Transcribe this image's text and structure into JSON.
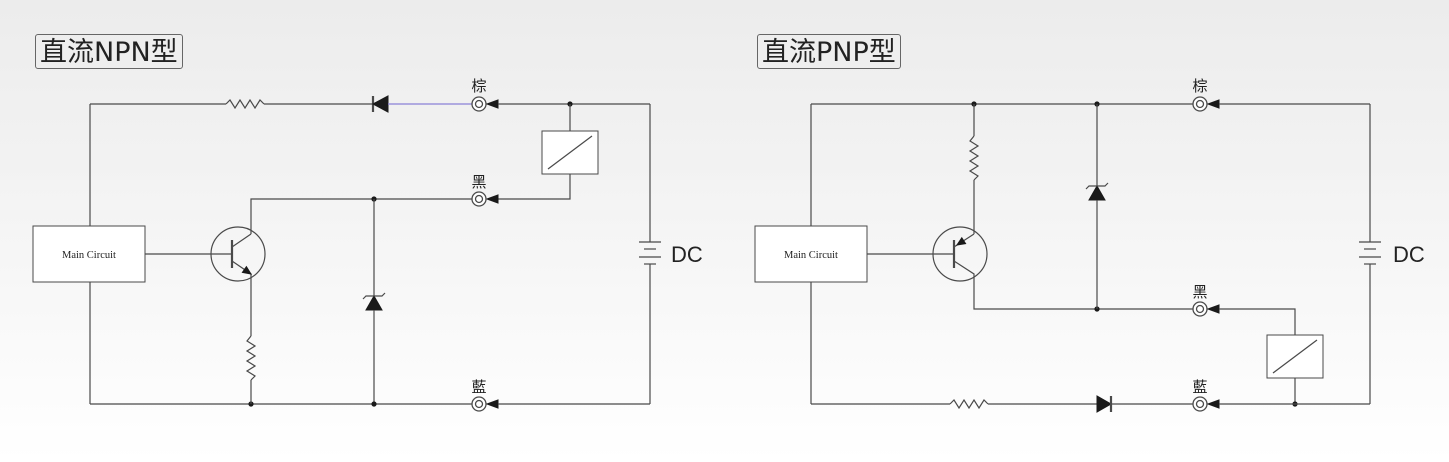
{
  "panels": [
    {
      "title": "直流NPN型",
      "main_circuit": "Main Circuit",
      "terminals": {
        "brown": "棕",
        "black": "黑",
        "blue": "藍"
      },
      "power": "DC"
    },
    {
      "title": "直流PNP型",
      "main_circuit": "Main Circuit",
      "terminals": {
        "brown": "棕",
        "black": "黑",
        "blue": "藍"
      },
      "power": "DC"
    }
  ],
  "colors": {
    "wire": "#4a4a4a",
    "lead_accent": "#8a80d6",
    "symbol_fill": "#1a1a1a",
    "text": "#222222"
  }
}
